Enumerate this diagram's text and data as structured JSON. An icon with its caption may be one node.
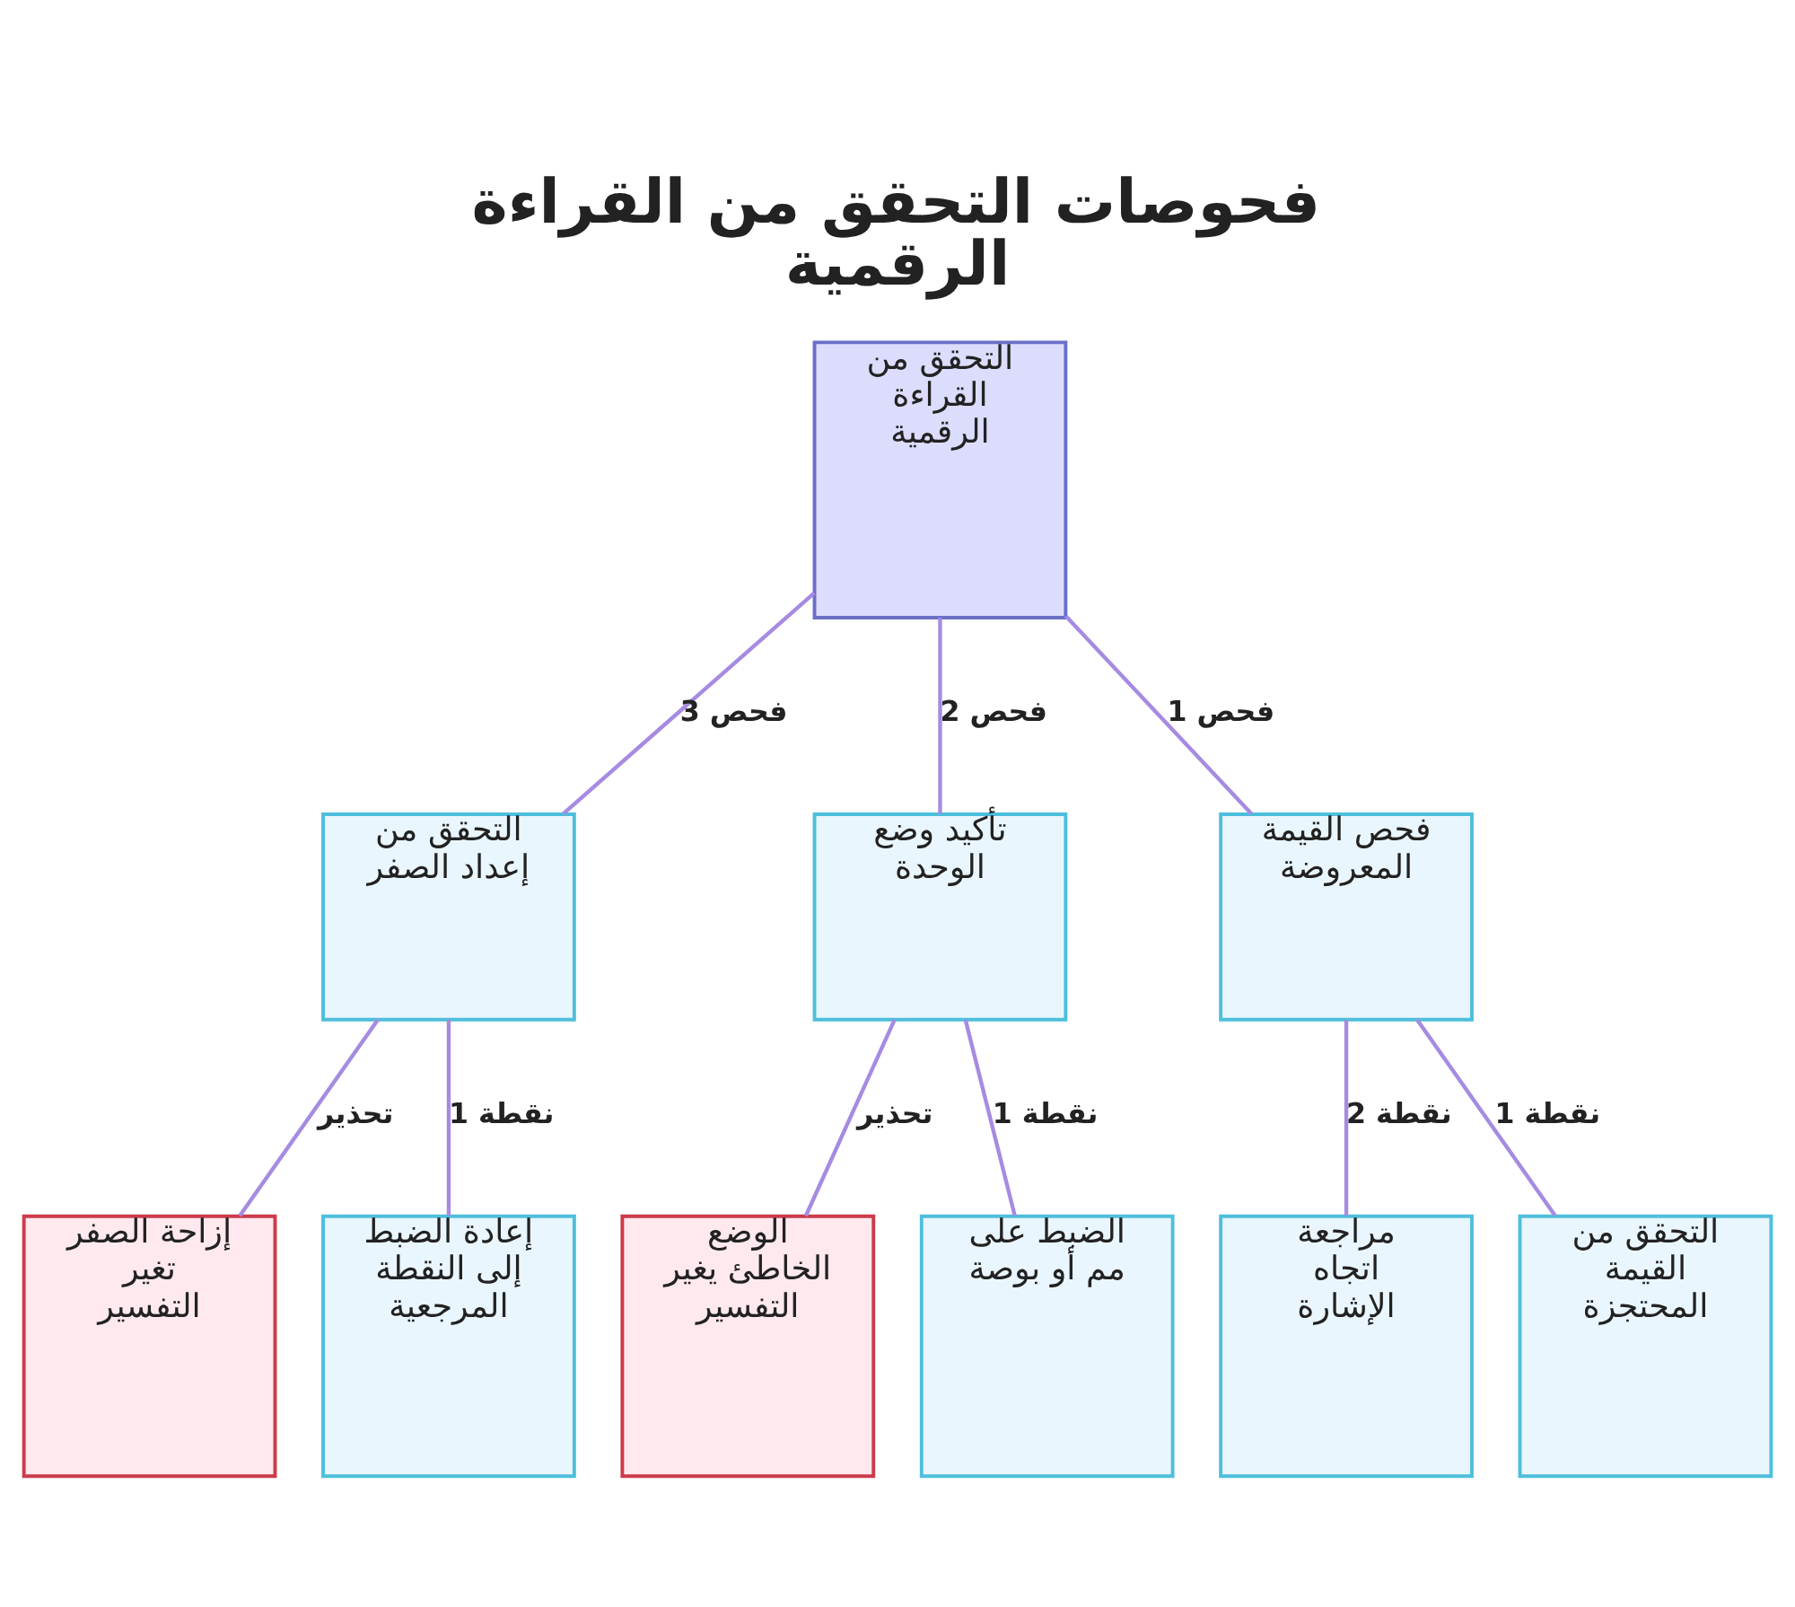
{
  "diagram": {
    "title": "فحوصات التحقق من القراءة الرقمية",
    "nodes": [
      {
        "text": [
          "التحقق من القراءة الرقمية"
        ]
      },
      {
        "text": [
          "فحص القيمة المعروضة"
        ]
      },
      {
        "text": [
          "تأكيد وضع الوحدة"
        ]
      },
      {
        "text": [
          "التحقق من إعداد الصفر"
        ]
      },
      {
        "text": [
          "التحقق من القيمة المحتجزة"
        ]
      },
      {
        "text": [
          "مراجعة اتجاه الإشارة"
        ]
      },
      {
        "text": [
          "الضبط على مم أو بوصة"
        ]
      },
      {
        "text": [
          "الوضع الخاطئ يغير التفسير"
        ]
      },
      {
        "text": [
          "إعادة الضبط إلى النقطة المرجعية"
        ]
      },
      {
        "text": [
          "إزاحة الصفر تغير التفسير"
        ]
      }
    ],
    "edges": [
      {
        "from": 0,
        "to": 3,
        "arrow": "none",
        "label": "فحص 3"
      },
      {
        "from": 0,
        "to": 2,
        "arrow": "none",
        "label": "فحص 2"
      },
      {
        "from": 0,
        "to": 1,
        "arrow": "none",
        "label": "فحص 1"
      },
      {
        "from": 3,
        "to": 9,
        "arrow": "none",
        "label": "تحذير"
      },
      {
        "from": 3,
        "to": 8,
        "arrow": "none",
        "label": "نقطة 1"
      },
      {
        "from": 2,
        "to": 7,
        "arrow": "none",
        "label": "تحذير"
      },
      {
        "from": 2,
        "to": 6,
        "arrow": "none",
        "label": "نقطة 1"
      },
      {
        "from": 1,
        "to": 5,
        "arrow": "none",
        "label": "نقطة 2"
      },
      {
        "from": 1,
        "to": 4,
        "arrow": "none",
        "label": "نقطة 1"
      }
    ]
  }
}
